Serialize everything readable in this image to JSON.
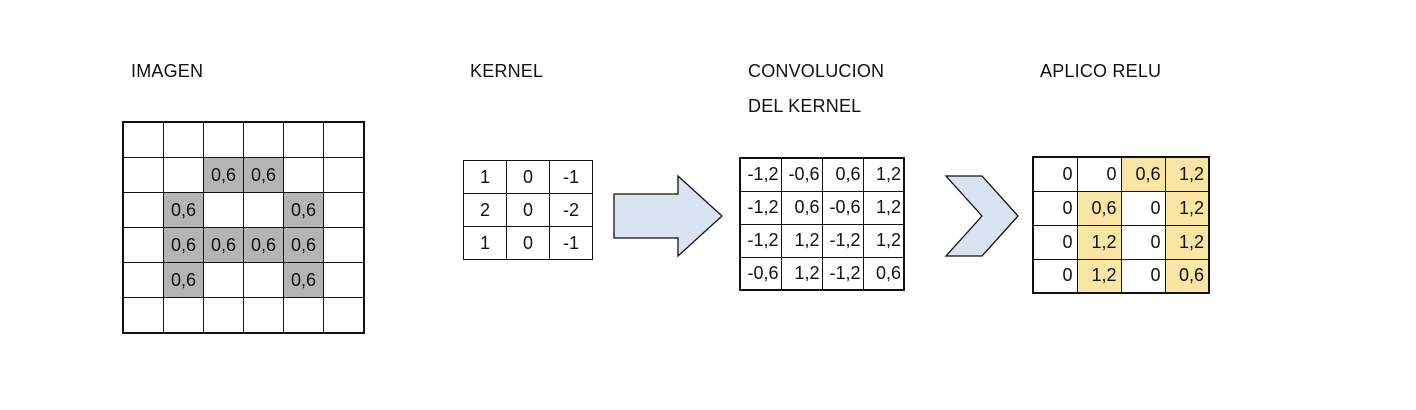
{
  "colors": {
    "image_highlight": "#b4b4b4",
    "relu_highlight": "#fbe5a5",
    "arrow_fill": "#d9e3f1"
  },
  "labels": {
    "imagen": "IMAGEN",
    "kernel": "KERNEL",
    "convolucion_line1": "CONVOLUCION",
    "convolucion_line2": "DEL KERNEL",
    "relu": "APLICO RELU"
  },
  "image_grid": {
    "rows": [
      [
        "",
        "",
        "",
        "",
        "",
        ""
      ],
      [
        "",
        "",
        "0,6",
        "0,6",
        "",
        ""
      ],
      [
        "",
        "0,6",
        "",
        "",
        "0,6",
        ""
      ],
      [
        "",
        "0,6",
        "0,6",
        "0,6",
        "0,6",
        ""
      ],
      [
        "",
        "0,6",
        "",
        "",
        "0,6",
        ""
      ],
      [
        "",
        "",
        "",
        "",
        "",
        ""
      ]
    ],
    "highlighted": [
      [
        1,
        2
      ],
      [
        1,
        3
      ],
      [
        2,
        1
      ],
      [
        2,
        4
      ],
      [
        3,
        1
      ],
      [
        3,
        2
      ],
      [
        3,
        3
      ],
      [
        3,
        4
      ],
      [
        4,
        1
      ],
      [
        4,
        4
      ]
    ]
  },
  "kernel_grid": {
    "rows": [
      [
        "1",
        "0",
        "-1"
      ],
      [
        "2",
        "0",
        "-2"
      ],
      [
        "1",
        "0",
        "-1"
      ]
    ]
  },
  "conv_grid": {
    "rows": [
      [
        "-1,2",
        "-0,6",
        "0,6",
        "1,2"
      ],
      [
        "-1,2",
        "0,6",
        "-0,6",
        "1,2"
      ],
      [
        "-1,2",
        "1,2",
        "-1,2",
        "1,2"
      ],
      [
        "-0,6",
        "1,2",
        "-1,2",
        "0,6"
      ]
    ]
  },
  "relu_grid": {
    "rows": [
      [
        "0",
        "0",
        "0,6",
        "1,2"
      ],
      [
        "0",
        "0,6",
        "0",
        "1,2"
      ],
      [
        "0",
        "1,2",
        "0",
        "1,2"
      ],
      [
        "0",
        "1,2",
        "0",
        "0,6"
      ]
    ],
    "highlighted": [
      [
        0,
        2
      ],
      [
        0,
        3
      ],
      [
        1,
        1
      ],
      [
        1,
        3
      ],
      [
        2,
        1
      ],
      [
        2,
        3
      ],
      [
        3,
        1
      ],
      [
        3,
        3
      ]
    ]
  }
}
